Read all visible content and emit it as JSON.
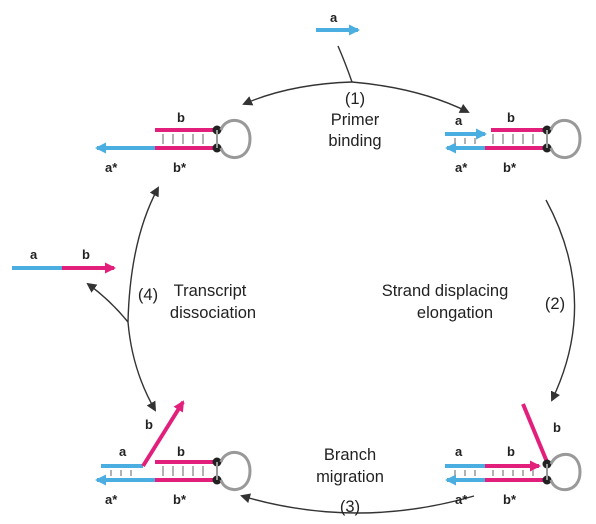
{
  "colors": {
    "strand_a": "#4aaee0",
    "strand_b": "#e2207c",
    "hairpin": "#999999",
    "arrow": "#333333",
    "text": "#222222"
  },
  "steps": [
    {
      "number": "(1)",
      "line1": "Primer",
      "line2": "binding"
    },
    {
      "number": "(2)",
      "line1": "Strand displacing",
      "line2": "elongation"
    },
    {
      "number": "(3)",
      "line1": "Branch",
      "line2": "migration"
    },
    {
      "number": "(4)",
      "line1": "Transcript",
      "line2": "dissociation"
    }
  ],
  "segments": {
    "a": "a",
    "b": "b",
    "a_star": "a*",
    "b_star": "b*"
  }
}
